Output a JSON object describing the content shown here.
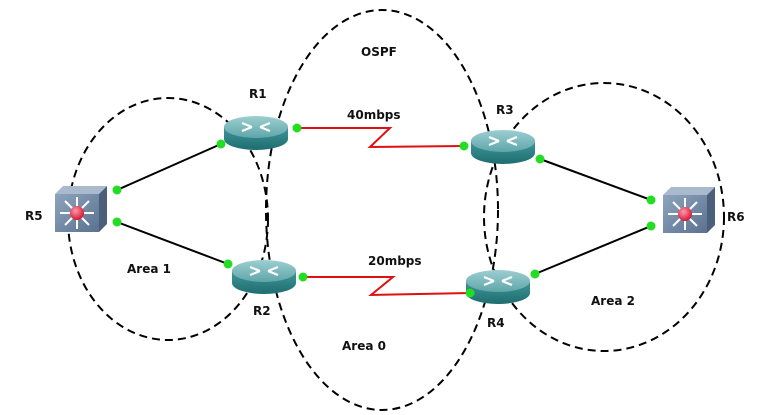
{
  "diagram": {
    "protocol_label": "OSPF",
    "areas": [
      {
        "id": "area0",
        "label": "Area 0"
      },
      {
        "id": "area1",
        "label": "Area 1"
      },
      {
        "id": "area2",
        "label": "Area 2"
      }
    ],
    "devices": [
      {
        "id": "R1",
        "label": "R1",
        "type": "router"
      },
      {
        "id": "R2",
        "label": "R2",
        "type": "router"
      },
      {
        "id": "R3",
        "label": "R3",
        "type": "router"
      },
      {
        "id": "R4",
        "label": "R4",
        "type": "router"
      },
      {
        "id": "R5",
        "label": "R5",
        "type": "multilayer-switch"
      },
      {
        "id": "R6",
        "label": "R6",
        "type": "multilayer-switch"
      }
    ],
    "links": [
      {
        "from": "R1",
        "to": "R3",
        "type": "serial",
        "label": "40mbps"
      },
      {
        "from": "R2",
        "to": "R4",
        "type": "serial",
        "label": "20mbps"
      },
      {
        "from": "R5",
        "to": "R1",
        "type": "ethernet",
        "label": ""
      },
      {
        "from": "R5",
        "to": "R2",
        "type": "ethernet",
        "label": ""
      },
      {
        "from": "R6",
        "to": "R3",
        "type": "ethernet",
        "label": ""
      },
      {
        "from": "R6",
        "to": "R4",
        "type": "ethernet",
        "label": ""
      }
    ],
    "colors": {
      "serial_link": "#e01010",
      "ethernet_link": "#000000",
      "port_up": "#22dd22",
      "router_body": "#2e8b8b",
      "router_top": "#6fb5b8",
      "switch_face": "#6e85a0",
      "switch_center": "#e0304a",
      "area_boundary": "#000000"
    }
  }
}
